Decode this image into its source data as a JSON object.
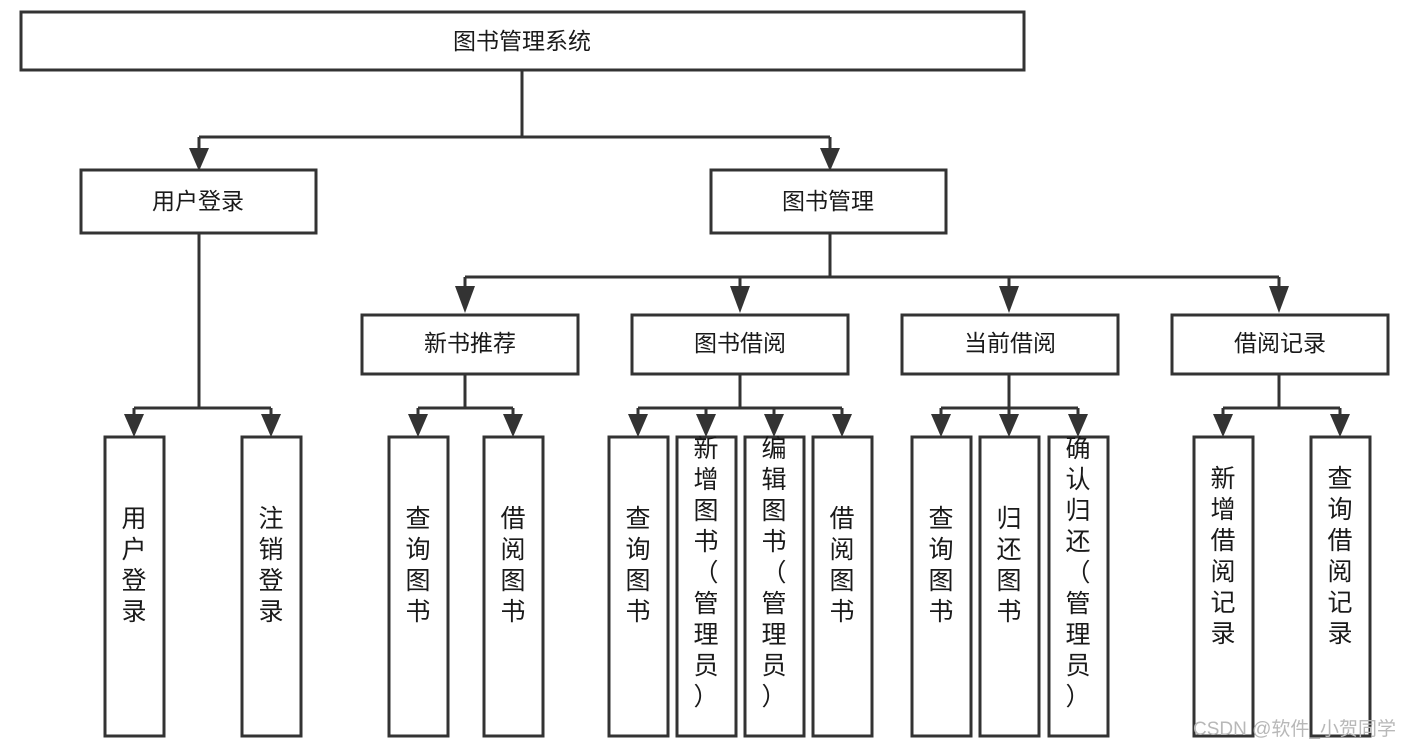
{
  "diagram": {
    "title": "图书管理系统",
    "type": "tree",
    "root": {
      "id": "root",
      "label": "图书管理系统",
      "orientation": "horizontal",
      "level": 1
    },
    "level2": [
      {
        "id": "user-login",
        "label": "用户登录",
        "orientation": "horizontal",
        "level": 2
      },
      {
        "id": "book-management",
        "label": "图书管理",
        "orientation": "horizontal",
        "level": 2
      }
    ],
    "level3": [
      {
        "id": "new-book-recommend",
        "label": "新书推荐",
        "parent": "book-management",
        "orientation": "horizontal",
        "level": 3
      },
      {
        "id": "book-borrow",
        "label": "图书借阅",
        "parent": "book-management",
        "orientation": "horizontal",
        "level": 3
      },
      {
        "id": "current-borrow",
        "label": "当前借阅",
        "parent": "book-management",
        "orientation": "horizontal",
        "level": 3
      },
      {
        "id": "borrow-record",
        "label": "借阅记录",
        "parent": "book-management",
        "orientation": "horizontal",
        "level": 3
      }
    ],
    "leaves": [
      {
        "id": "leaf-user-login",
        "label": "用户登录",
        "parent": "user-login",
        "orientation": "vertical"
      },
      {
        "id": "leaf-logout-login",
        "label": "注销登录",
        "parent": "user-login",
        "orientation": "vertical"
      },
      {
        "id": "leaf-query-book-1",
        "label": "查询图书",
        "parent": "new-book-recommend",
        "orientation": "vertical"
      },
      {
        "id": "leaf-borrow-book-1",
        "label": "借阅图书",
        "parent": "new-book-recommend",
        "orientation": "vertical"
      },
      {
        "id": "leaf-query-book-2",
        "label": "查询图书",
        "parent": "book-borrow",
        "orientation": "vertical"
      },
      {
        "id": "leaf-add-book",
        "label": "新增图书（管理员）",
        "parent": "book-borrow",
        "orientation": "vertical"
      },
      {
        "id": "leaf-edit-book",
        "label": "编辑图书（管理员）",
        "parent": "book-borrow",
        "orientation": "vertical"
      },
      {
        "id": "leaf-borrow-book-2",
        "label": "借阅图书",
        "parent": "book-borrow",
        "orientation": "vertical"
      },
      {
        "id": "leaf-query-book-3",
        "label": "查询图书",
        "parent": "current-borrow",
        "orientation": "vertical"
      },
      {
        "id": "leaf-return-book",
        "label": "归还图书",
        "parent": "current-borrow",
        "orientation": "vertical"
      },
      {
        "id": "leaf-confirm-return",
        "label": "确认归还（管理员）",
        "parent": "current-borrow",
        "orientation": "vertical"
      },
      {
        "id": "leaf-add-borrow-record",
        "label": "新增借阅记录",
        "parent": "borrow-record",
        "orientation": "vertical"
      },
      {
        "id": "leaf-query-borrow-record",
        "label": "查询借阅记录",
        "parent": "borrow-record",
        "orientation": "vertical"
      }
    ]
  },
  "colors": {
    "stroke": "#333333",
    "fill": "#ffffff",
    "text": "#1a1a1a",
    "watermark": "#b8b8b8",
    "background": "#ffffff"
  },
  "watermark": {
    "text": "CSDN @软件_小贺同学"
  }
}
